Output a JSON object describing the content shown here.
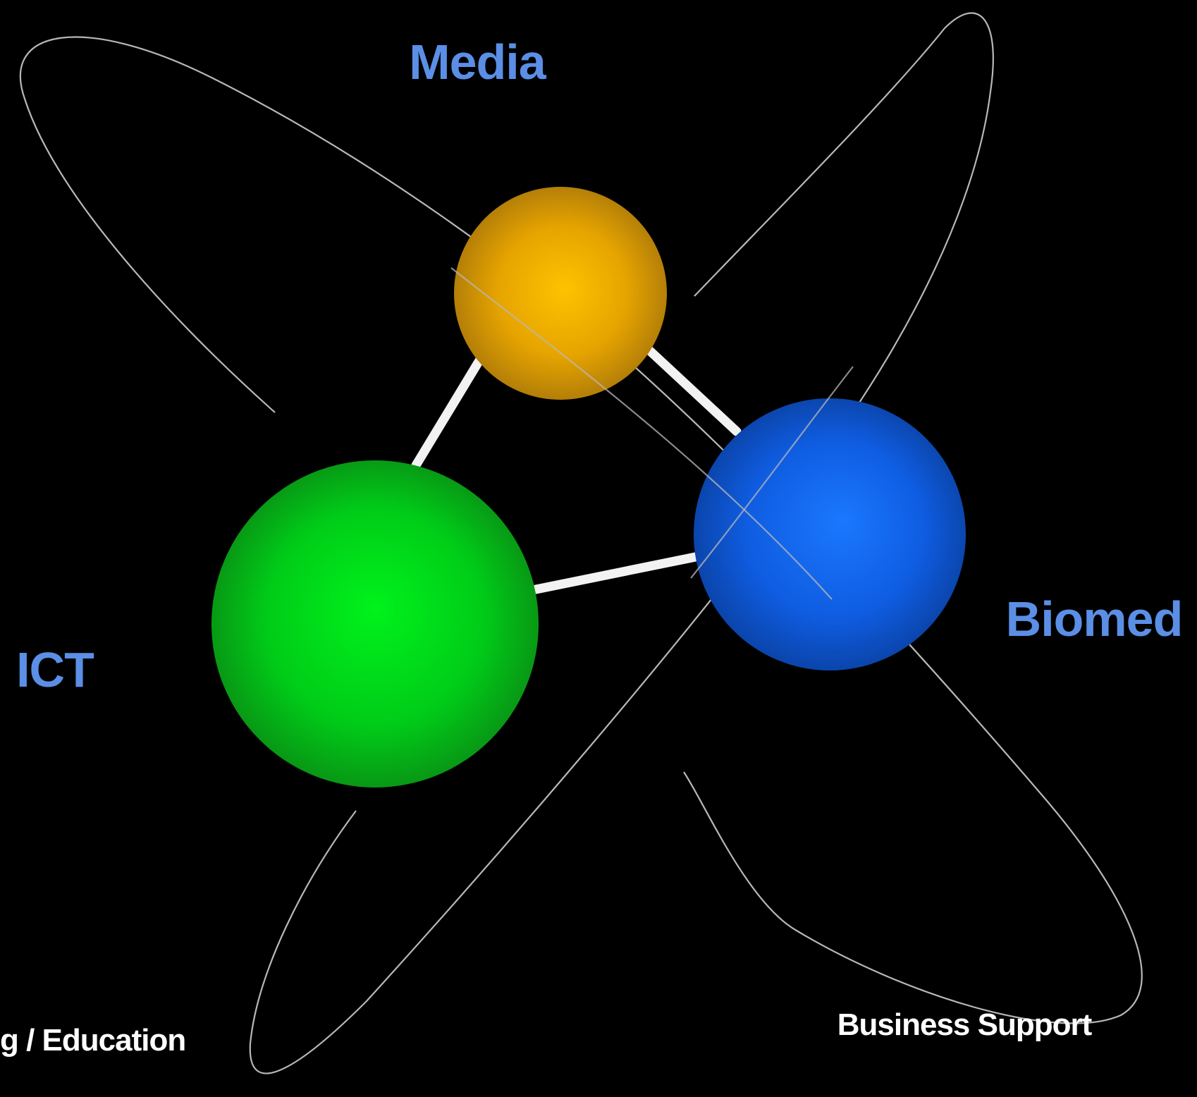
{
  "labels": {
    "media": "Media",
    "biomed": "Biomed",
    "ict": "ICT",
    "training_education": "g / Education",
    "business_support": "Business Support"
  },
  "colors": {
    "background": "#000000",
    "label_blue": "#5b8fe6",
    "label_white": "#ffffff",
    "orbit_line": "#b8b8b8",
    "link_line": "#f2f2f2",
    "sphere_gold": "#f0b000",
    "sphere_green": "#00d81a",
    "sphere_blue": "#1466f0"
  },
  "nodes": [
    {
      "id": "media",
      "label": "Media",
      "color": "gold"
    },
    {
      "id": "ict",
      "label": "ICT",
      "color": "green"
    },
    {
      "id": "biomed",
      "label": "Biomed",
      "color": "blue"
    }
  ],
  "links": [
    {
      "from": "media",
      "to": "ict"
    },
    {
      "from": "media",
      "to": "biomed"
    },
    {
      "from": "ict",
      "to": "biomed"
    }
  ]
}
